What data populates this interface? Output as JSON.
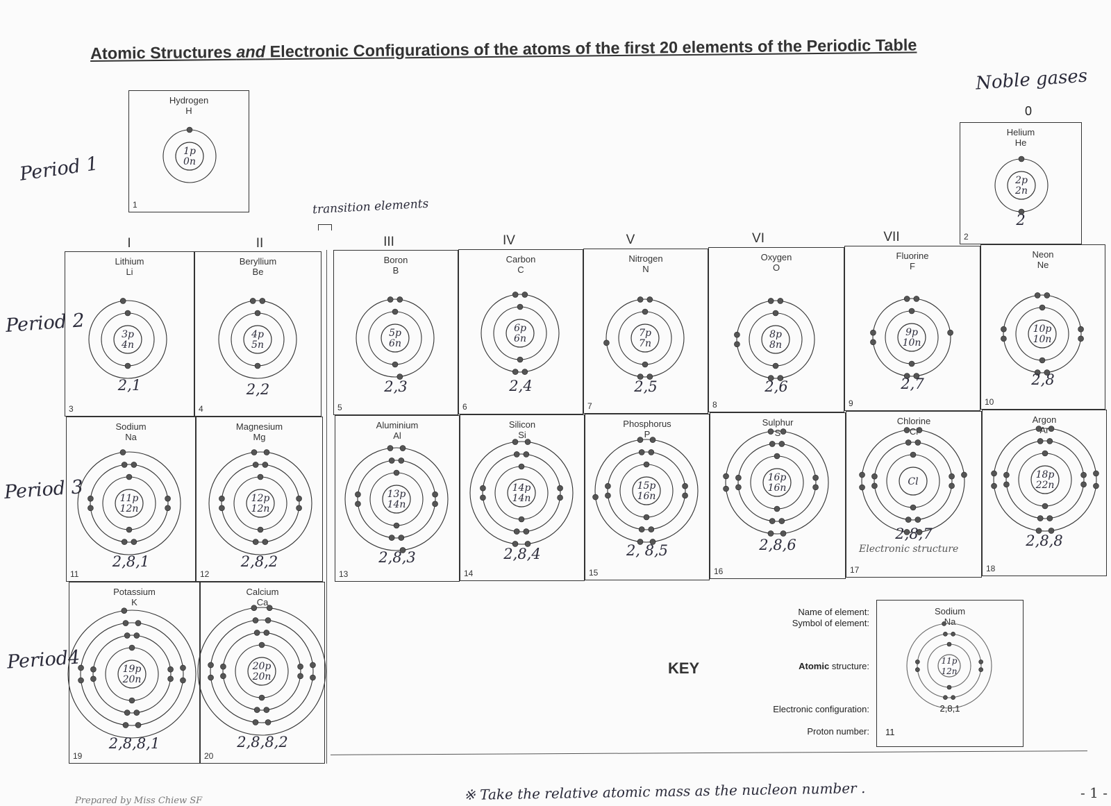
{
  "title": {
    "part1": "Atomic Structures ",
    "part2": "and",
    "part3": " Electronic Configurations of the atoms of the first 20 elements of the Periodic Table"
  },
  "annotations": {
    "noble_gases": "Noble gases",
    "group_zero": "0",
    "transition": "transition elements",
    "footnote": "※ Take the relative atomic mass as the nucleon number .",
    "page_number": "- 1 -",
    "prepared_by": "Prepared by Miss Chiew SF"
  },
  "periods": [
    "Period 1",
    "Period 2",
    "Period 3",
    "Period4"
  ],
  "groups": [
    "I",
    "II",
    "III",
    "IV",
    "V",
    "VI",
    "VII"
  ],
  "elements": [
    {
      "name": "Hydrogen",
      "symbol": "H",
      "number": "1",
      "nucleus": [
        "1p",
        "0n"
      ],
      "config": ""
    },
    {
      "name": "Helium",
      "symbol": "He",
      "number": "2",
      "nucleus": [
        "2p",
        "2n"
      ],
      "config": "2"
    },
    {
      "name": "Lithium",
      "symbol": "Li",
      "number": "3",
      "nucleus": [
        "3p",
        "4n"
      ],
      "config": "2,1"
    },
    {
      "name": "Beryllium",
      "symbol": "Be",
      "number": "4",
      "nucleus": [
        "4p",
        "5n"
      ],
      "config": "2,2"
    },
    {
      "name": "Boron",
      "symbol": "B",
      "number": "5",
      "nucleus": [
        "5p",
        "6n"
      ],
      "config": "2,3"
    },
    {
      "name": "Carbon",
      "symbol": "C",
      "number": "6",
      "nucleus": [
        "6p",
        "6n"
      ],
      "config": "2,4"
    },
    {
      "name": "Nitrogen",
      "symbol": "N",
      "number": "7",
      "nucleus": [
        "7p",
        "7n"
      ],
      "config": "2,5"
    },
    {
      "name": "Oxygen",
      "symbol": "O",
      "number": "8",
      "nucleus": [
        "8p",
        "8n"
      ],
      "config": "2,6"
    },
    {
      "name": "Fluorine",
      "symbol": "F",
      "number": "9",
      "nucleus": [
        "9p",
        "10n"
      ],
      "config": "2,7"
    },
    {
      "name": "Neon",
      "symbol": "Ne",
      "number": "10",
      "nucleus": [
        "10p",
        "10n"
      ],
      "config": "2,8"
    },
    {
      "name": "Sodium",
      "symbol": "Na",
      "number": "11",
      "nucleus": [
        "11p",
        "12n"
      ],
      "config": "2,8,1"
    },
    {
      "name": "Magnesium",
      "symbol": "Mg",
      "number": "12",
      "nucleus": [
        "12p",
        "12n"
      ],
      "config": "2,8,2"
    },
    {
      "name": "Aluminium",
      "symbol": "Al",
      "number": "13",
      "nucleus": [
        "13p",
        "14n"
      ],
      "config": "2,8,3"
    },
    {
      "name": "Silicon",
      "symbol": "Si",
      "number": "14",
      "nucleus": [
        "14p",
        "14n"
      ],
      "config": "2,8,4"
    },
    {
      "name": "Phosphorus",
      "symbol": "P",
      "number": "15",
      "nucleus": [
        "15p",
        "16n"
      ],
      "config": "2, 8,5"
    },
    {
      "name": "Sulphur",
      "symbol": "S",
      "number": "16",
      "nucleus": [
        "16p",
        "16n"
      ],
      "config": "2,8,6"
    },
    {
      "name": "Chlorine",
      "symbol": "Cl",
      "number": "17",
      "nucleus": [
        "Cl",
        ""
      ],
      "config": "2,8,7",
      "note": "Electronic structure"
    },
    {
      "name": "Argon",
      "symbol": "Ar",
      "number": "18",
      "nucleus": [
        "18p",
        "22n"
      ],
      "config": "2,8,8"
    },
    {
      "name": "Potassium",
      "symbol": "K",
      "number": "19",
      "nucleus": [
        "19p",
        "20n"
      ],
      "config": "2,8,8,1"
    },
    {
      "name": "Calcium",
      "symbol": "Ca",
      "number": "20",
      "nucleus": [
        "20p",
        "20n"
      ],
      "config": "2,8,8,2"
    }
  ],
  "key": {
    "heading": "KEY",
    "labels": {
      "name": "Name of element:",
      "symbol": "Symbol of element:",
      "structure_bold": "Atomic",
      "structure_rest": " structure:",
      "config": "Electronic  configuration:",
      "proton": "Proton number:"
    },
    "example": {
      "name": "Sodium",
      "symbol": "Na",
      "nucleus": [
        "11p",
        "12n"
      ],
      "config": "2,8,1",
      "number": "11"
    }
  }
}
